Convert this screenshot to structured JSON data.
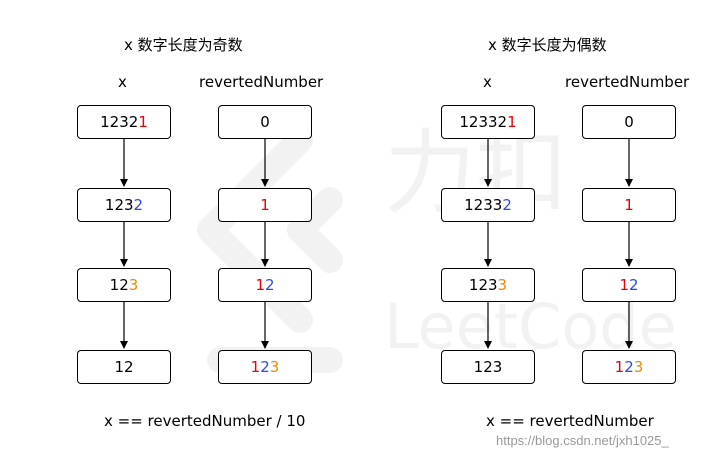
{
  "colors": {
    "red": "#e8000b",
    "blue": "#2d47e3",
    "orange": "#f08a00",
    "black": "#000000"
  },
  "panels": [
    {
      "title": "x 数字长度为奇数",
      "col_x_label": "x",
      "col_r_label": "revertedNumber",
      "x_boxes": [
        [
          [
            "1232",
            "black"
          ],
          [
            "1",
            "red"
          ]
        ],
        [
          [
            "123",
            "black"
          ],
          [
            "2",
            "blue"
          ]
        ],
        [
          [
            "12",
            "black"
          ],
          [
            "3",
            "orange"
          ]
        ],
        [
          [
            "12",
            "black"
          ]
        ]
      ],
      "r_boxes": [
        [
          [
            "0",
            "black"
          ]
        ],
        [
          [
            "1",
            "red"
          ]
        ],
        [
          [
            "1",
            "red"
          ],
          [
            "2",
            "blue"
          ]
        ],
        [
          [
            "1",
            "red"
          ],
          [
            "2",
            "blue"
          ],
          [
            "3",
            "orange"
          ]
        ]
      ],
      "footer": "x == revertedNumber / 10"
    },
    {
      "title": "x 数字长度为偶数",
      "col_x_label": "x",
      "col_r_label": "revertedNumber",
      "x_boxes": [
        [
          [
            "12332",
            "black"
          ],
          [
            "1",
            "red"
          ]
        ],
        [
          [
            "1233",
            "black"
          ],
          [
            "2",
            "blue"
          ]
        ],
        [
          [
            "123",
            "black"
          ],
          [
            "3",
            "orange"
          ]
        ],
        [
          [
            "123",
            "black"
          ]
        ]
      ],
      "r_boxes": [
        [
          [
            "0",
            "black"
          ]
        ],
        [
          [
            "1",
            "red"
          ]
        ],
        [
          [
            "1",
            "red"
          ],
          [
            "2",
            "blue"
          ]
        ],
        [
          [
            "1",
            "red"
          ],
          [
            "2",
            "blue"
          ],
          [
            "3",
            "orange"
          ]
        ]
      ],
      "footer": "x == revertedNumber"
    }
  ],
  "watermark": {
    "text_line1": "力扣",
    "text_line2": "LeetCode"
  },
  "source_url": "https://blog.csdn.net/jxh1025_"
}
